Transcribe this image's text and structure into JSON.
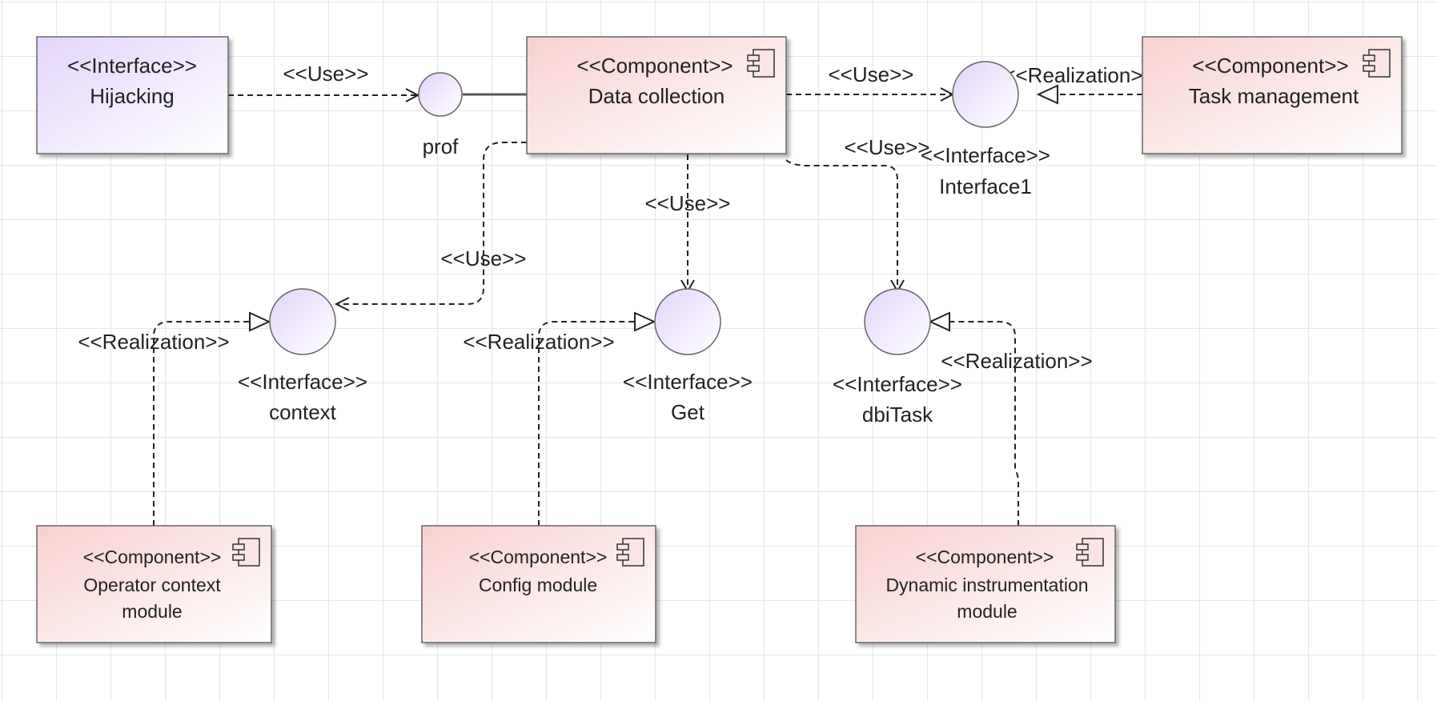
{
  "colors": {
    "component_fill": "#f8d0d0",
    "interface_fill": "#e3d4fb",
    "line": "#222222",
    "grid": "#e6e6e6"
  },
  "nodes": {
    "hijacking": {
      "stereotype": "<<Interface>>",
      "name": "Hijacking"
    },
    "data_collection": {
      "stereotype": "<<Component>>",
      "name": "Data collection"
    },
    "task_management": {
      "stereotype": "<<Component>>",
      "name": "Task management"
    },
    "operator_context": {
      "stereotype": "<<Component>>",
      "name_line1": "Operator context",
      "name_line2": "module"
    },
    "config_module": {
      "stereotype": "<<Component>>",
      "name": "Config module"
    },
    "dynamic_instr": {
      "stereotype": "<<Component>>",
      "name_line1": "Dynamic instrumentation",
      "name_line2": "module"
    }
  },
  "interfaces": {
    "prof": {
      "name": "prof"
    },
    "interface1": {
      "stereotype": "<<Interface>>",
      "name": "Interface1"
    },
    "context": {
      "stereotype": "<<Interface>>",
      "name": "context"
    },
    "get": {
      "stereotype": "<<Interface>>",
      "name": "Get"
    },
    "dbitask": {
      "stereotype": "<<Interface>>",
      "name": "dbiTask"
    }
  },
  "edges": {
    "hijack_use": "<<Use>>",
    "dc_interface1_use": "<<Use>>",
    "tm_realization": "<<Realization>>",
    "dc_dbitask_use": "<<Use>>",
    "dc_get_use": "<<Use>>",
    "dc_context_use": "<<Use>>",
    "op_realization": "<<Realization>>",
    "cfg_realization": "<<Realization>>",
    "dyn_realization": "<<Realization>>"
  }
}
